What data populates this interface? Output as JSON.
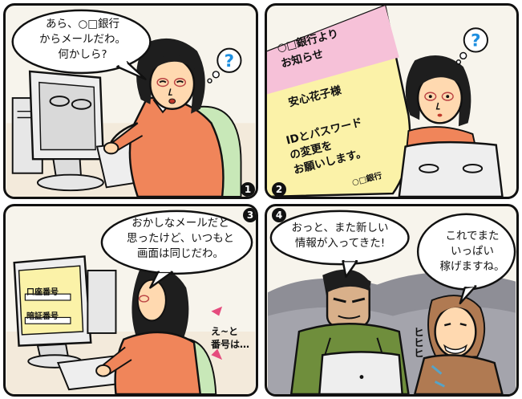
{
  "panels": [
    {
      "number": "1",
      "speech": [
        "あら、○□銀行",
        "からメールだわ。",
        "何かしら?"
      ],
      "thought_mark": "?"
    },
    {
      "number": "2",
      "thought_mark": "?",
      "email_screen": {
        "header": [
          "○□銀行より",
          "お知らせ"
        ],
        "addressee": "安心花子様",
        "body": [
          "IDとパスワード",
          "の変更を",
          "お願いします。"
        ],
        "signature": "○□銀行"
      }
    },
    {
      "number": "3",
      "speech": [
        "おかしなメールだと",
        "思ったけど、いつもと",
        "画面は同じだわ。"
      ],
      "form": {
        "account_label": "口座番号",
        "pin_label": "暗証番号"
      },
      "sound_effect": [
        "え~と",
        "番号は…"
      ]
    },
    {
      "number": "4",
      "speech_left": [
        "おっと、また新しい",
        "情報が入ってきた!"
      ],
      "speech_right": [
        "これでまた",
        "いっぱい",
        "稼げますね。"
      ],
      "sound_effect": "ヒヒヒ"
    }
  ],
  "colors": {
    "outline": "#111111",
    "sweater": "#f0855a",
    "hair": "#1e1e1e",
    "skin": "#ffd9b0",
    "question_mark": "#1e8fe0",
    "notice_pink": "#f6c1d8",
    "notice_yellow": "#fbf2a8",
    "chair_green": "#c8e8b8",
    "man_jacket": "#6f8e3c",
    "man_brown": "#b07a52"
  }
}
